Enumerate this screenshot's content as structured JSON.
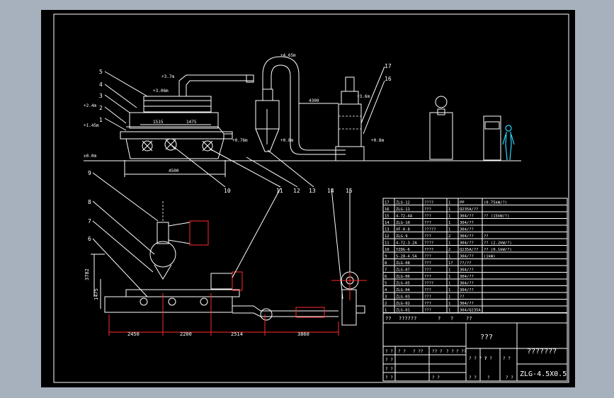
{
  "title_block": {
    "drawing_number": "ZLG-4.5X0.5",
    "title_placeholder": "???",
    "company_placeholder": "???????",
    "header_row": [
      "??",
      "??????",
      "?",
      "?",
      "??"
    ],
    "sign_rows": [
      [
        "? ?",
        "? ?",
        "? ??",
        "?? ?",
        "? ?",
        "? ??"
      ],
      [
        "? ?",
        "? ? ? ?",
        "? ?",
        "? ?"
      ],
      [
        "? ?"
      ],
      [
        "? ?",
        "? ?",
        "? ?",
        "?",
        "? ?"
      ]
    ]
  },
  "parts_list": [
    {
      "no": "17",
      "code": "ZLG-12",
      "name": "????",
      "qty": "1",
      "mat": "PP",
      "note": "(0.75kW/?)"
    },
    {
      "no": "16",
      "code": "ZLG-11",
      "name": "???",
      "qty": "1",
      "mat": "Q235A/??",
      "note": ""
    },
    {
      "no": "15",
      "code": "4-72-4A",
      "name": "???",
      "qty": "1",
      "mat": "304/??",
      "note": "?? (15kW/?)"
    },
    {
      "no": "14",
      "code": "ZLG-10",
      "name": "???",
      "qty": "1",
      "mat": "304/??",
      "note": ""
    },
    {
      "no": "13",
      "code": "XF-0.8",
      "name": "?????",
      "qty": "1",
      "mat": "304/??",
      "note": ""
    },
    {
      "no": "12",
      "code": "ZLG-9",
      "name": "???",
      "qty": "2",
      "mat": "304/??",
      "note": "??"
    },
    {
      "no": "11",
      "code": "4-72-3.2A",
      "name": "????",
      "qty": "1",
      "mat": "304/??",
      "note": "?? (2.2kW/?)"
    },
    {
      "no": "10",
      "code": "YZDG-6",
      "name": "????",
      "qty": "2",
      "mat": "Q235A/??",
      "note": "?? (0.1kW/?)"
    },
    {
      "no": "9",
      "code": "S-28-4.5A",
      "name": "???",
      "qty": "1",
      "mat": "304/??",
      "note": "(1kW)"
    },
    {
      "no": "8",
      "code": "ZLG-08",
      "name": "???",
      "qty": "1?",
      "mat": "??/??",
      "note": ""
    },
    {
      "no": "7",
      "code": "ZLG-07",
      "name": "???",
      "qty": "1",
      "mat": "304/??",
      "note": ""
    },
    {
      "no": "6",
      "code": "ZLG-06",
      "name": "???",
      "qty": "1",
      "mat": "304/??",
      "note": ""
    },
    {
      "no": "5",
      "code": "ZLG-05",
      "name": "????",
      "qty": "1",
      "mat": "304/??",
      "note": ""
    },
    {
      "no": "4",
      "code": "ZLG-04",
      "name": "???",
      "qty": "1",
      "mat": "304/??",
      "note": ""
    },
    {
      "no": "3",
      "code": "ZLG-03",
      "name": "???",
      "qty": "1",
      "mat": "??",
      "note": ""
    },
    {
      "no": "2",
      "code": "ZLG-02",
      "name": "???",
      "qty": "1",
      "mat": "304/??",
      "note": ""
    },
    {
      "no": "1",
      "code": "ZLG-01",
      "name": "???",
      "qty": "1",
      "mat": "304/Q235A",
      "note": ""
    }
  ],
  "elevations": [
    "+4.65m",
    "+3.7m",
    "+3.06m",
    "+3.6m",
    "+2.4m",
    "+1.45m",
    "+0.76m",
    "+0.8m",
    "+0.8m",
    "±0.0m"
  ],
  "dimensions": {
    "elevation_view": [
      "1515",
      "1475",
      "4500",
      "4300"
    ],
    "plan_view": [
      "2450",
      "2200",
      "2514",
      "3860",
      "3782",
      "1475"
    ]
  },
  "balloons": [
    "1",
    "2",
    "3",
    "4",
    "5",
    "6",
    "7",
    "8",
    "9",
    "10",
    "11",
    "12",
    "13",
    "14",
    "15",
    "16",
    "17"
  ],
  "colors": {
    "background": "#000000",
    "frame_bg": "#a7b0bd",
    "lines": "#ffffff",
    "dimensions": "#ff2a2a",
    "figure": "#2ad8ff"
  }
}
